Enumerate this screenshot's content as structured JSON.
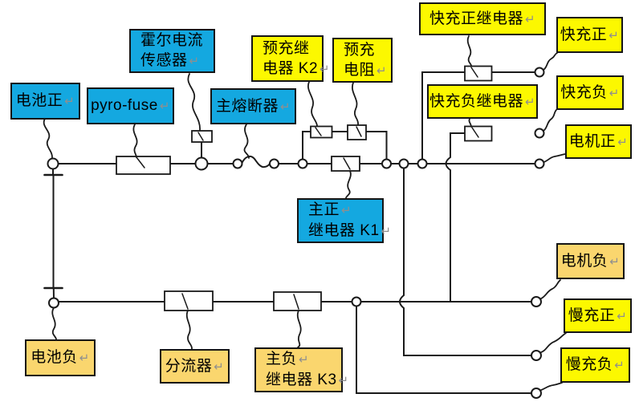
{
  "diagram": {
    "title_hint": "EV high-voltage battery wiring schematic",
    "return_mark": "↵",
    "colors": {
      "blue": "#14a8e0",
      "yellow": "#fcf800",
      "orange": "#fad66e",
      "line": "#1a1a1a",
      "mark": "#8f8f8f",
      "bg": "#ffffff"
    },
    "labels": {
      "battery_pos": {
        "lines": [
          {
            "text": "电池正",
            "mark": true
          }
        ]
      },
      "pyro_fuse": {
        "lines": [
          {
            "text": "pyro-fuse",
            "mark": true
          }
        ]
      },
      "hall_sensor": {
        "lines": [
          {
            "text": "霍尔电流",
            "mark": false
          },
          {
            "text": "传感器",
            "mark": true
          }
        ]
      },
      "main_fuse": {
        "lines": [
          {
            "text": "主熔断器",
            "mark": true
          }
        ]
      },
      "precharge_relay": {
        "lines": [
          {
            "text": "预充继",
            "mark": false
          },
          {
            "text": "电器 K2",
            "mark": true
          }
        ]
      },
      "precharge_resistor": {
        "lines": [
          {
            "text": "预充",
            "mark": false
          },
          {
            "text": "电阻",
            "mark": true
          }
        ]
      },
      "fc_pos_relay": {
        "lines": [
          {
            "text": "快充正继电器",
            "mark": true
          }
        ]
      },
      "fc_pos": {
        "lines": [
          {
            "text": "快充正",
            "mark": true
          }
        ]
      },
      "fc_neg_relay": {
        "lines": [
          {
            "text": "快充负继电器",
            "mark": true
          }
        ]
      },
      "fc_neg": {
        "lines": [
          {
            "text": "快充负",
            "mark": true
          }
        ]
      },
      "motor_pos": {
        "lines": [
          {
            "text": "电机正",
            "mark": true
          }
        ]
      },
      "main_pos_relay": {
        "lines": [
          {
            "text": "主正",
            "mark": true
          },
          {
            "text": "继电器 K1",
            "mark": true
          }
        ]
      },
      "motor_neg": {
        "lines": [
          {
            "text": "电机负",
            "mark": true
          }
        ]
      },
      "slow_pos": {
        "lines": [
          {
            "text": "慢充正",
            "mark": true
          }
        ]
      },
      "slow_neg": {
        "lines": [
          {
            "text": "慢充负",
            "mark": true
          }
        ]
      },
      "battery_neg": {
        "lines": [
          {
            "text": "电池负",
            "mark": true
          }
        ]
      },
      "shunt": {
        "lines": [
          {
            "text": "分流器",
            "mark": true
          }
        ]
      },
      "main_neg_relay": {
        "lines": [
          {
            "text": "主负",
            "mark": true
          },
          {
            "text": "继电器 K3",
            "mark": true
          }
        ]
      }
    }
  }
}
